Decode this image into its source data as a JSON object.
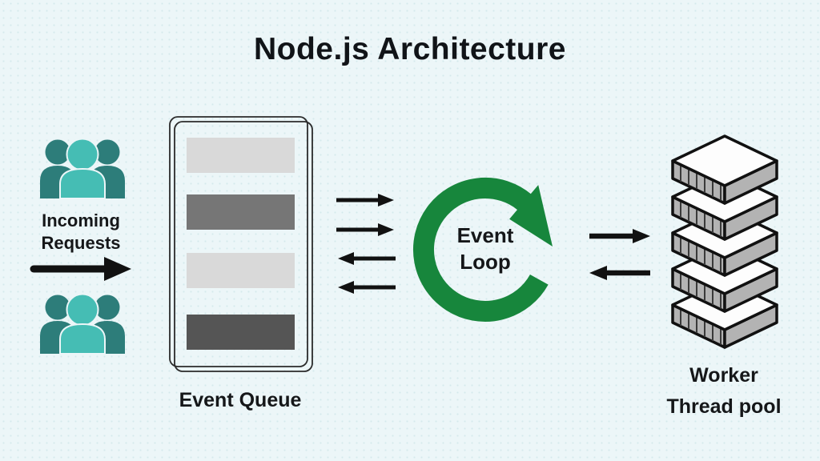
{
  "title": "Node.js Architecture",
  "incoming_requests": {
    "line1": "Incoming",
    "line2": "Requests"
  },
  "event_queue": {
    "label": "Event Queue",
    "bars": [
      {
        "name": "queued-task-1",
        "color": "#d9d9d9"
      },
      {
        "name": "queued-task-2",
        "color": "#767676"
      },
      {
        "name": "queued-task-3",
        "color": "#d9d9d9"
      },
      {
        "name": "queued-task-4",
        "color": "#555555"
      }
    ]
  },
  "event_loop": {
    "line1": "Event",
    "line2": "Loop"
  },
  "worker_pool": {
    "line1": "Worker",
    "line2": "Thread pool",
    "layer_count": 5
  },
  "flows": {
    "requests_to_queue": {
      "direction": "right",
      "arrows": 1
    },
    "queue_to_loop": {
      "right_arrows": 2,
      "left_arrows": 2
    },
    "loop_to_pool": {
      "right_arrows": 1,
      "left_arrows": 1
    }
  },
  "colors": {
    "background": "#ecf6f8",
    "title_text": "#111418",
    "arrow_black": "#111111",
    "teal_dark": "#2d7d7a",
    "teal_light": "#45bdb4",
    "loop_green": "#17863c",
    "queue_border": "#2b2b2b",
    "slab_top": "#fdfdfd",
    "slab_side": "#b3b3b3",
    "slab_stripe": "#3a3a3a",
    "slab_outline": "#111111"
  }
}
